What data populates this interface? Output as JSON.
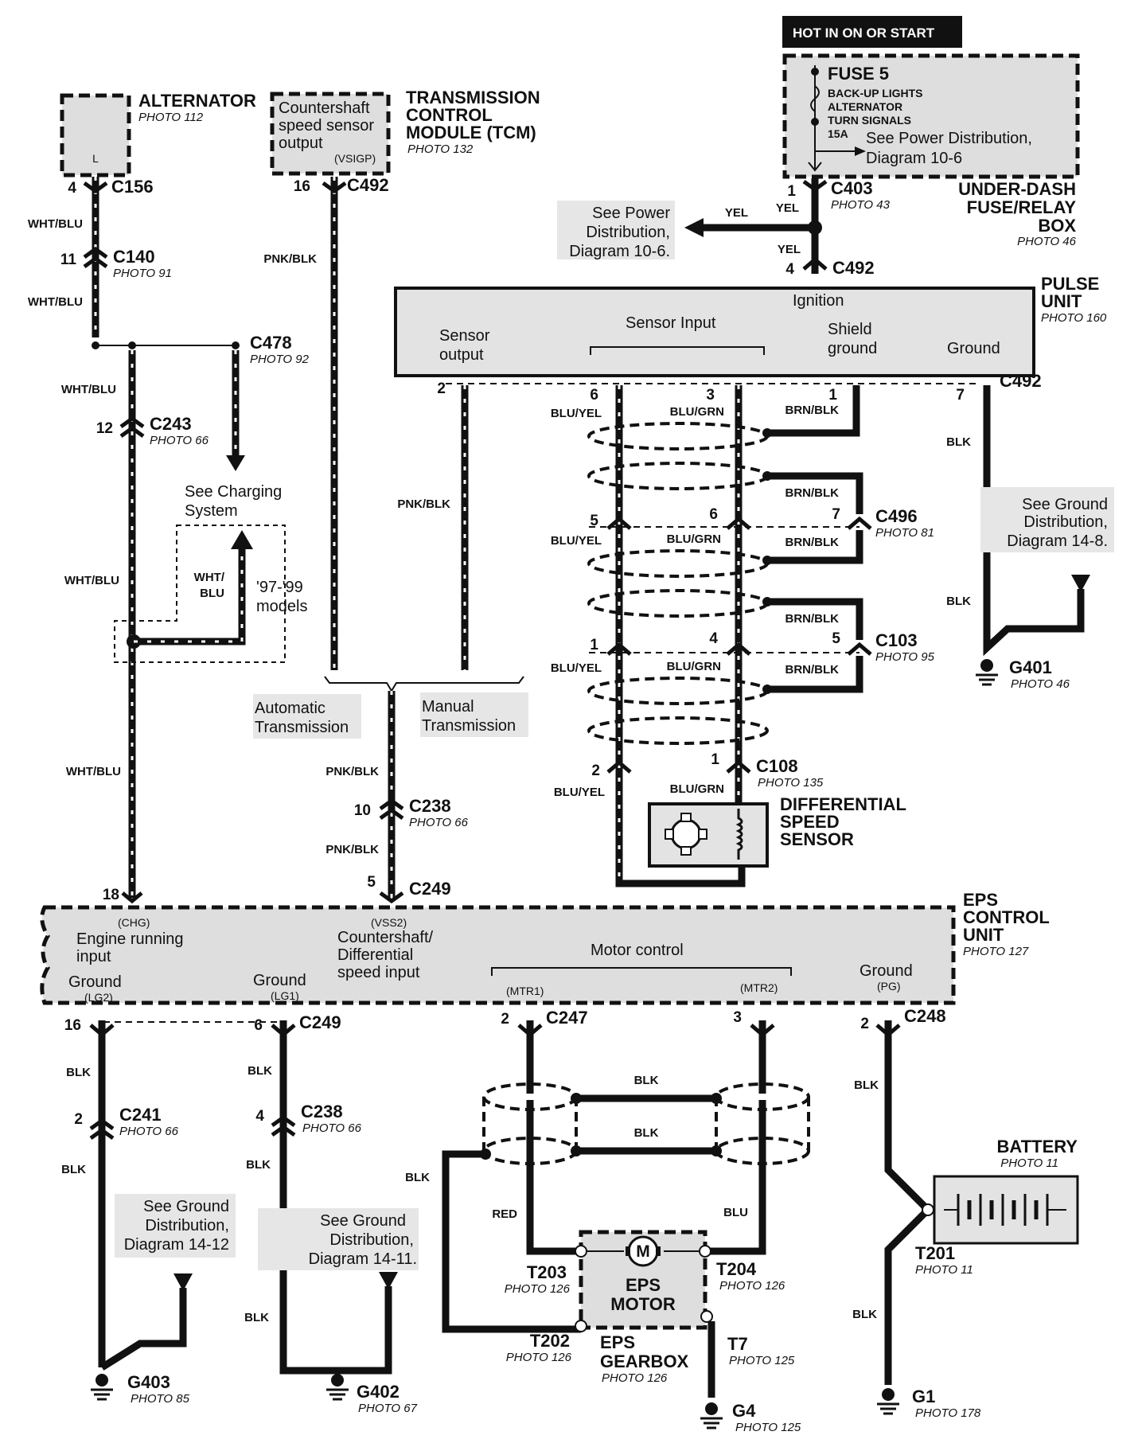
{
  "banner": "HOT IN ON OR START",
  "fuse_box": {
    "fuse": "FUSE 5",
    "circuits": [
      "BACK-UP LIGHTS",
      "ALTERNATOR",
      "TURN SIGNALS"
    ],
    "rating": "15A",
    "see_text": [
      "See Power Distribution,",
      "Diagram 10-6"
    ],
    "name": [
      "UNDER-DASH",
      "FUSE/RELAY",
      "BOX"
    ],
    "photo": "PHOTO 46"
  },
  "alternator": {
    "name": "ALTERNATOR",
    "photo": "PHOTO 112",
    "terminal": "L"
  },
  "tcm": {
    "name": [
      "TRANSMISSION",
      "CONTROL",
      "MODULE (TCM)"
    ],
    "photo": "PHOTO 132",
    "box_text": [
      "Countershaft",
      "speed sensor",
      "output"
    ],
    "signal": "(VSIGP)"
  },
  "connectors": {
    "c156": "C156",
    "c140": "C140",
    "c140_photo": "PHOTO 91",
    "c478": "C478",
    "c478_photo": "PHOTO 92",
    "c243": "C243",
    "c243_photo": "PHOTO 66",
    "c492": "C492",
    "c403": "C403",
    "c403_photo": "PHOTO 43",
    "c496": "C496",
    "c496_photo": "PHOTO 81",
    "c103": "C103",
    "c103_photo": "PHOTO 95",
    "c108": "C108",
    "c108_photo": "PHOTO 135",
    "c238": "C238",
    "c238_photo": "PHOTO 66",
    "c249": "C249",
    "c247": "C247",
    "c248": "C248",
    "c241": "C241",
    "c241_photo": "PHOTO 66"
  },
  "pins": {
    "p4": "4",
    "p11": "11",
    "p12": "12",
    "p18": "18",
    "p16": "16",
    "p1": "1",
    "p2": "2",
    "p3": "3",
    "p5": "5",
    "p6": "6",
    "p7": "7",
    "p10": "10"
  },
  "wires": {
    "wht_blu": "WHT/BLU",
    "wht": "WHT/",
    "blu_short": "BLU",
    "pnk_blk": "PNK/BLK",
    "yel": "YEL",
    "blu_yel": "BLU/YEL",
    "blu_grn": "BLU/GRN",
    "brn_blk": "BRN/BLK",
    "blk": "BLK",
    "red": "RED",
    "blu": "BLU"
  },
  "notes": {
    "see_power": [
      "See Power",
      "Distribution,",
      "Diagram 10-6."
    ],
    "see_charging": [
      "See Charging",
      "System"
    ],
    "models": [
      "'97-'99",
      "models"
    ],
    "auto_trans": [
      "Automatic",
      "Transmission"
    ],
    "manual_trans": [
      "Manual",
      "Transmission"
    ],
    "see_ground_148": [
      "See Ground",
      "Distribution,",
      "Diagram 14-8."
    ],
    "see_ground_1412": [
      "See Ground",
      "Distribution,",
      "Diagram 14-12"
    ],
    "see_ground_1411": [
      "See Ground",
      "Distribution,",
      "Diagram 14-11."
    ]
  },
  "pulse_unit": {
    "name": [
      "PULSE",
      "UNIT"
    ],
    "photo": "PHOTO 160",
    "sensor_output": [
      "Sensor",
      "output"
    ],
    "sensor_input": "Sensor Input",
    "ignition": "Ignition",
    "shield_ground": [
      "Shield",
      "ground"
    ],
    "ground": "Ground"
  },
  "diff_sensor": {
    "name": [
      "DIFFERENTIAL",
      "SPEED",
      "SENSOR"
    ]
  },
  "eps_unit": {
    "name": [
      "EPS",
      "CONTROL",
      "UNIT"
    ],
    "photo": "PHOTO 127",
    "chg": "(CHG)",
    "engine_running": [
      "Engine running",
      "input"
    ],
    "vss2": "(VSS2)",
    "countershaft": [
      "Countershaft/",
      "Differential",
      "speed input"
    ],
    "motor_control": "Motor control",
    "ground": "Ground",
    "lg2": "(LG2)",
    "lg1": "(LG1)",
    "mtr1": "(MTR1)",
    "mtr2": "(MTR2)",
    "pg": "(PG)"
  },
  "grounds": {
    "g401": "G401",
    "g401_photo": "PHOTO 46",
    "g403": "G403",
    "g403_photo": "PHOTO 85",
    "g402": "G402",
    "g402_photo": "PHOTO 67",
    "g4": "G4",
    "g4_photo": "PHOTO 125",
    "g1": "G1",
    "g1_photo": "PHOTO 178"
  },
  "battery": {
    "name": "BATTERY",
    "photo": "PHOTO 11",
    "t201": "T201",
    "t201_photo": "PHOTO 11"
  },
  "eps_motor": {
    "name": [
      "EPS",
      "MOTOR"
    ],
    "m": "M",
    "t203": "T203",
    "t204": "T204",
    "t202": "T202",
    "t7": "T7",
    "t_photo": "PHOTO 126",
    "t7_photo": "PHOTO 125",
    "gearbox": [
      "EPS",
      "GEARBOX"
    ],
    "gearbox_photo": "PHOTO 126"
  },
  "colors": {
    "wire": "#111111",
    "component_fill": "#dedede",
    "banner_bg": "#111111"
  }
}
